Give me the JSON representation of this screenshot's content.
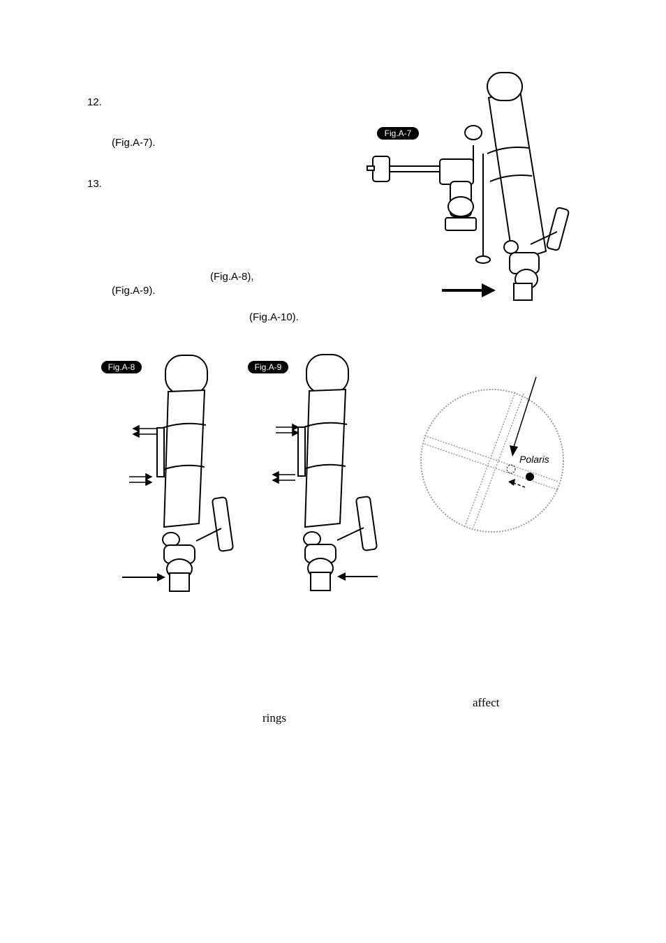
{
  "steps": {
    "step12_number": "12.",
    "step12_ref": "(Fig.A-7).",
    "step13_number": "13.",
    "step13_ref_a8": "(Fig.A-8),",
    "step13_ref_a9": "(Fig.A-9).",
    "step13_ref_a10": "(Fig.A-10)."
  },
  "figures": {
    "a7_label": "Fig.A-7",
    "a8_label": "Fig.A-8",
    "a9_label": "Fig.A-9",
    "a10_star_label": "Polaris"
  },
  "bottom_text": {
    "word_affect": "affect",
    "word_rings": "rings"
  }
}
